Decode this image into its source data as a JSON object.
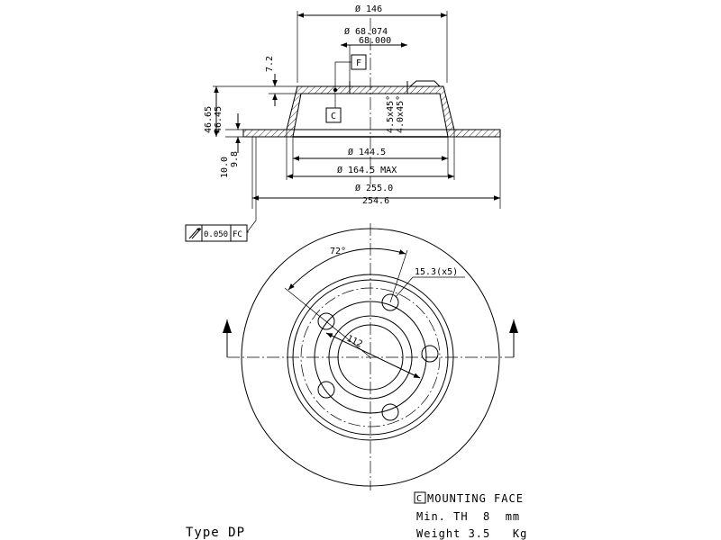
{
  "section_view": {
    "dimensions": {
      "outer_hat_diameter": "Ø 146",
      "bore_max": "Ø 68.074",
      "bore_min": "68.000",
      "hat_thickness": "7.2",
      "height_max": "46.65",
      "height_min": "46.45",
      "chamfer_a": "4.5x45°",
      "chamfer_b": "4.0x45°",
      "inner_diameter": "Ø 144.5",
      "max_diameter": "Ø 164.5 MAX",
      "disc_diameter_max": "Ø 255.0",
      "disc_diameter_min": "254.6",
      "disc_thickness": "10.0",
      "disc_thickness_min": "9.8"
    },
    "datum_labels": {
      "face_f": "F",
      "face_c": "C"
    },
    "tolerance_frame": {
      "value": "0.050",
      "datums": "FC"
    }
  },
  "front_view": {
    "dimensions": {
      "bolt_angle": "72°",
      "bolt_hole": "15.3(x5)",
      "pitch_circle": "112"
    }
  },
  "notes": {
    "mounting_marker": "C",
    "mounting_face": "MOUNTING FACE",
    "min_thickness": "Min. TH  8  mm",
    "weight": "Weight 3.5   Kg",
    "type": "Type DP"
  }
}
